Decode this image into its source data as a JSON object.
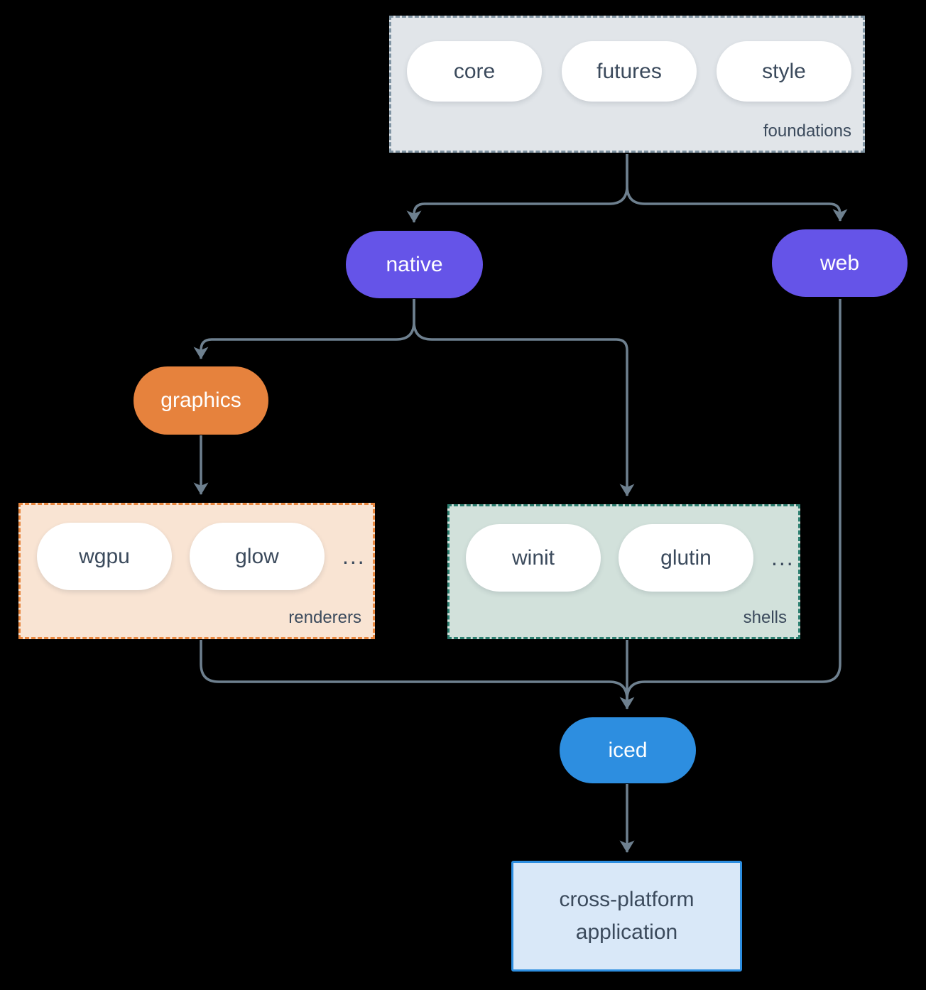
{
  "colors": {
    "purple_node": "#6554e8",
    "orange_node": "#e6823d",
    "blue_node": "#2d8ee0",
    "arrow_gray": "#6e808f",
    "dark_text": "#3b4a5c",
    "foundations_bg": "#e1e5e9",
    "foundations_border": "#7f93a2",
    "renderers_bg": "#f9e4d3",
    "renderers_border": "#e8863e",
    "shells_bg": "#d2e1db",
    "shells_border": "#2c7f70",
    "application_bg": "#d9e8f8",
    "application_border": "#2d8ee0"
  },
  "foundations": {
    "label": "foundations",
    "pills": [
      "core",
      "futures",
      "style"
    ]
  },
  "nodes": {
    "native": "native",
    "web": "web",
    "graphics": "graphics",
    "iced": "iced"
  },
  "renderers": {
    "label": "renderers",
    "pills": [
      "wgpu",
      "glow"
    ],
    "more": "..."
  },
  "shells": {
    "label": "shells",
    "pills": [
      "winit",
      "glutin"
    ],
    "more": "..."
  },
  "application": {
    "label": "cross-platform application"
  }
}
